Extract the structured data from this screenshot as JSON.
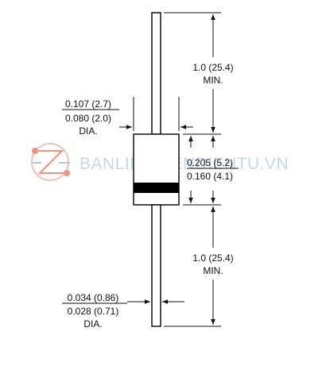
{
  "labels": {
    "lead_top_length": [
      "1.0 (25.4)",
      "MIN."
    ],
    "body_diameter": [
      "0.107 (2.7)",
      "0.080 (2.0)",
      "DIA."
    ],
    "body_length": [
      "0.205 (5.2)",
      "0.160 (4.1)"
    ],
    "lead_bottom_length": [
      "1.0 (25.4)",
      "MIN."
    ],
    "lead_diameter": [
      "0.034 (0.86)",
      "0.028 (0.71)",
      "DIA."
    ]
  },
  "watermark": {
    "text": "BANLINHKIENDIENTU.VN"
  },
  "colors": {
    "line": "#111111",
    "cathode_band": "#000000",
    "watermark_text": "#b9d2e9",
    "watermark_logo": "#e8826b"
  }
}
